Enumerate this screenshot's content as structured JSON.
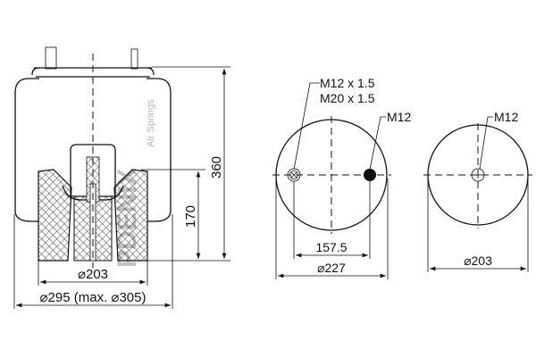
{
  "watermark": {
    "brand": "PDENIX",
    "tagline": "Air Springs"
  },
  "side_view": {
    "height_total": "360",
    "height_piston": "170",
    "piston_diameter": "⌀203",
    "bellows_diameter": "⌀295 (max. ⌀305)"
  },
  "top_view": {
    "thread_label_1": "M12 x 1.5",
    "thread_label_2": "M20 x 1.5",
    "bolt_label": "M12",
    "bolt_spacing": "157.5",
    "plate_diameter": "⌀227"
  },
  "bottom_view": {
    "bolt_label": "M12",
    "piston_diameter": "⌀203"
  }
}
